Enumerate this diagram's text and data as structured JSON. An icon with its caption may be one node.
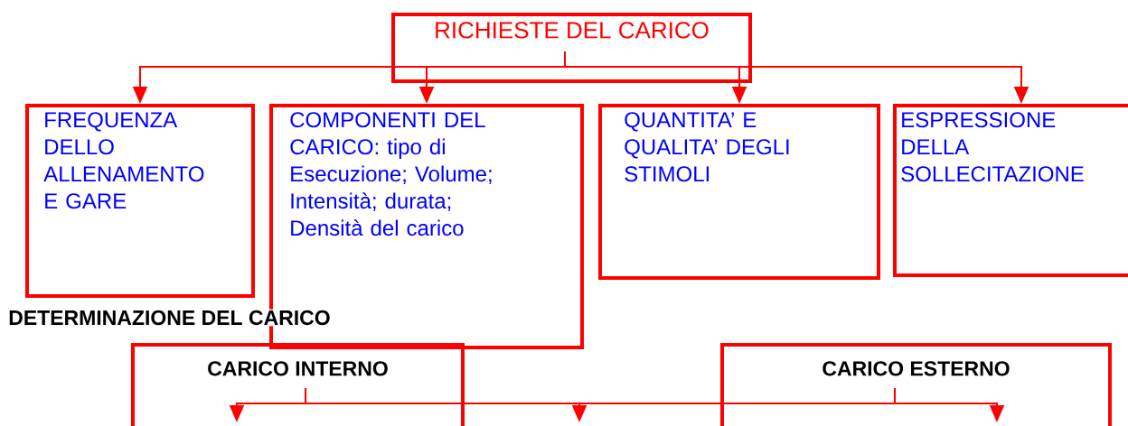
{
  "diagram": {
    "nodes": [
      {
        "text": [
          "RICHIESTE DEL CARICO"
        ]
      },
      {
        "text": [
          "FREQUENZA DELLO ALLENAMENTO E GARE"
        ]
      },
      {
        "text": [
          "COMPONENTI DEL CARICO: tipo di Esecuzione; Volume; Intensità; durata; Densità del carico"
        ]
      },
      {
        "text": [
          "QUANTITA’ E QUALITA’ DEGLI STIMOLI"
        ]
      },
      {
        "text": [
          "ESPRESSIONE DELLA SOLLECITAZIONE"
        ]
      },
      {
        "text": [
          "CARICO INTERNO"
        ]
      },
      {
        "text": [
          "CARICO ESTERNO"
        ]
      }
    ],
    "edges": [
      {
        "from": 0,
        "to": 1,
        "arrow": "to"
      },
      {
        "from": 0,
        "to": 2,
        "arrow": "to"
      },
      {
        "from": 0,
        "to": 3,
        "arrow": "to"
      },
      {
        "from": 0,
        "to": 4,
        "arrow": "to"
      },
      {
        "from": 5,
        "to": null,
        "arrow": "to"
      },
      {
        "from": 5,
        "to": null,
        "arrow": "to"
      },
      {
        "from": 6,
        "to": null,
        "arrow": "to"
      },
      {
        "from": 5,
        "to": 6,
        "arrow": "none"
      }
    ],
    "labels": [
      "DETERMINAZIONE DEL CARICO"
    ]
  }
}
